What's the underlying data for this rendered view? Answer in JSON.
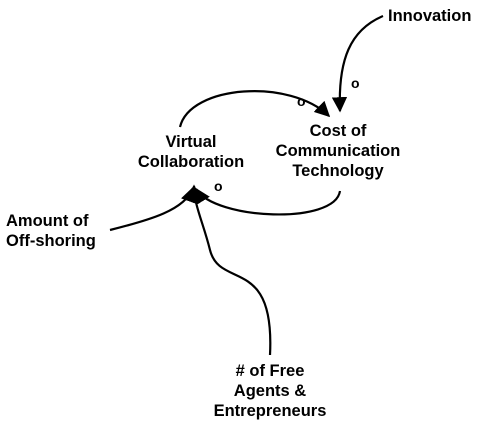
{
  "nodes": {
    "innovation": {
      "lines": [
        "Innovation"
      ]
    },
    "cost": {
      "lines": [
        "Cost of",
        "Communication",
        "Technology"
      ]
    },
    "virtual": {
      "lines": [
        "Virtual",
        "Collaboration"
      ]
    },
    "offshoring": {
      "lines": [
        "Amount of",
        "Off-shoring"
      ]
    },
    "free_agents": {
      "lines": [
        "# of Free",
        "Agents &",
        "Entrepreneurs"
      ]
    }
  },
  "links": {
    "innovation_to_cost": {
      "polarity": "o"
    },
    "virtual_to_cost": {
      "polarity": "o"
    },
    "cost_to_virtual": {
      "polarity": "o"
    }
  },
  "colors": {
    "stroke": "#000000",
    "text": "#000000",
    "background": "#ffffff"
  }
}
